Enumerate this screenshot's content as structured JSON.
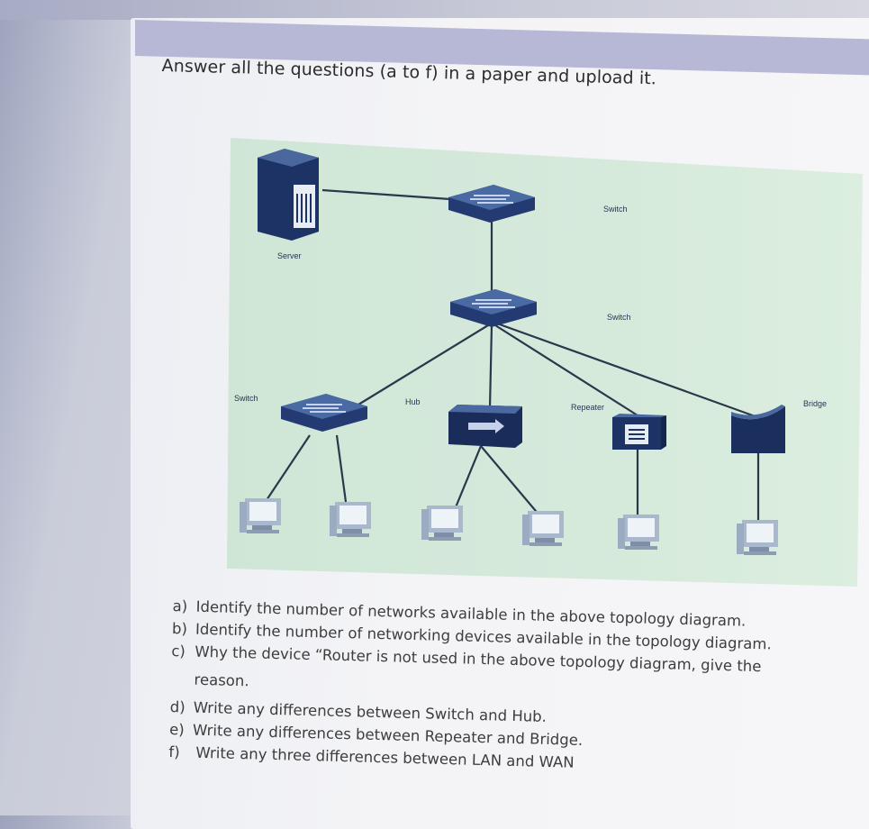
{
  "instruction": "Answer all the questions (a to f) in a paper and upload it.",
  "diagram": {
    "labels": {
      "switch_top": "Switch",
      "server": "Server",
      "switch_middle": "Switch",
      "switch_left": "Switch",
      "hub": "Hub",
      "repeater": "Repeater",
      "bridge": "Bridge"
    },
    "colors": {
      "background": "#d4e8da",
      "device": "#1c2f5c",
      "monitor": "#9fb0c8",
      "line": "#2d3a4f"
    },
    "icons": [
      "server-icon",
      "switch-icon",
      "hub-icon",
      "repeater-icon",
      "bridge-icon",
      "computer-icon"
    ]
  },
  "questions": [
    {
      "letter": "a)",
      "text": "Identify the number of networks available in the above topology diagram."
    },
    {
      "letter": "b)",
      "text": "Identify the number of networking devices available in the topology diagram."
    },
    {
      "letter": "c)",
      "text": "Why the device “Router is not used in the above topology diagram, give the",
      "continuation": "reason."
    },
    {
      "letter": "d)",
      "text": "Write any differences between Switch and Hub."
    },
    {
      "letter": "e)",
      "text": "Write any differences between Repeater and Bridge."
    },
    {
      "letter": "f)",
      "text": "Write any three differences between LAN and WAN"
    }
  ]
}
